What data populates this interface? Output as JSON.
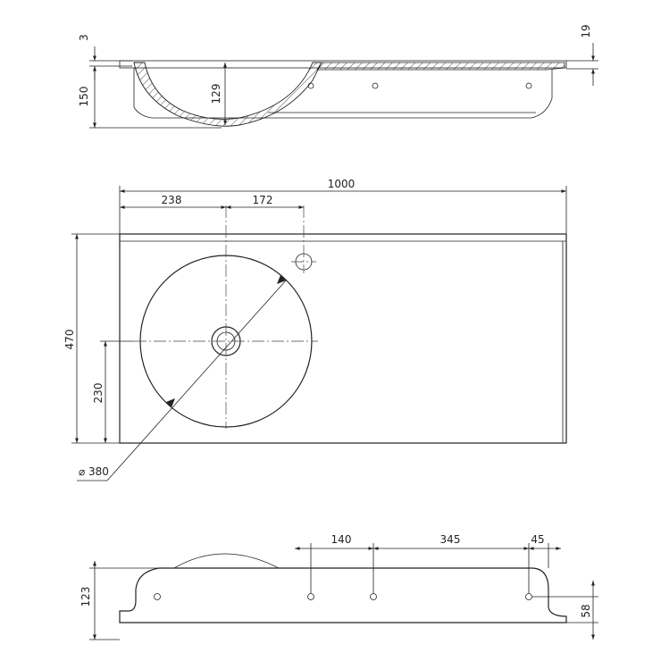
{
  "top_view": {
    "dim_lip": "3",
    "dim_height": "150",
    "dim_bowl_depth": "129",
    "dim_right_edge": "19"
  },
  "plan_view": {
    "dim_width": "1000",
    "dim_bowl_offset": "238",
    "dim_tap_offset": "172",
    "dim_depth": "470",
    "dim_bowl_center": "230",
    "dim_diameter": "⌀ 380"
  },
  "front_view": {
    "dim_140": "140",
    "dim_345": "345",
    "dim_45": "45",
    "dim_height": "123",
    "dim_hole_height": "58"
  },
  "colors": {
    "line": "#222222",
    "background": "#ffffff"
  }
}
